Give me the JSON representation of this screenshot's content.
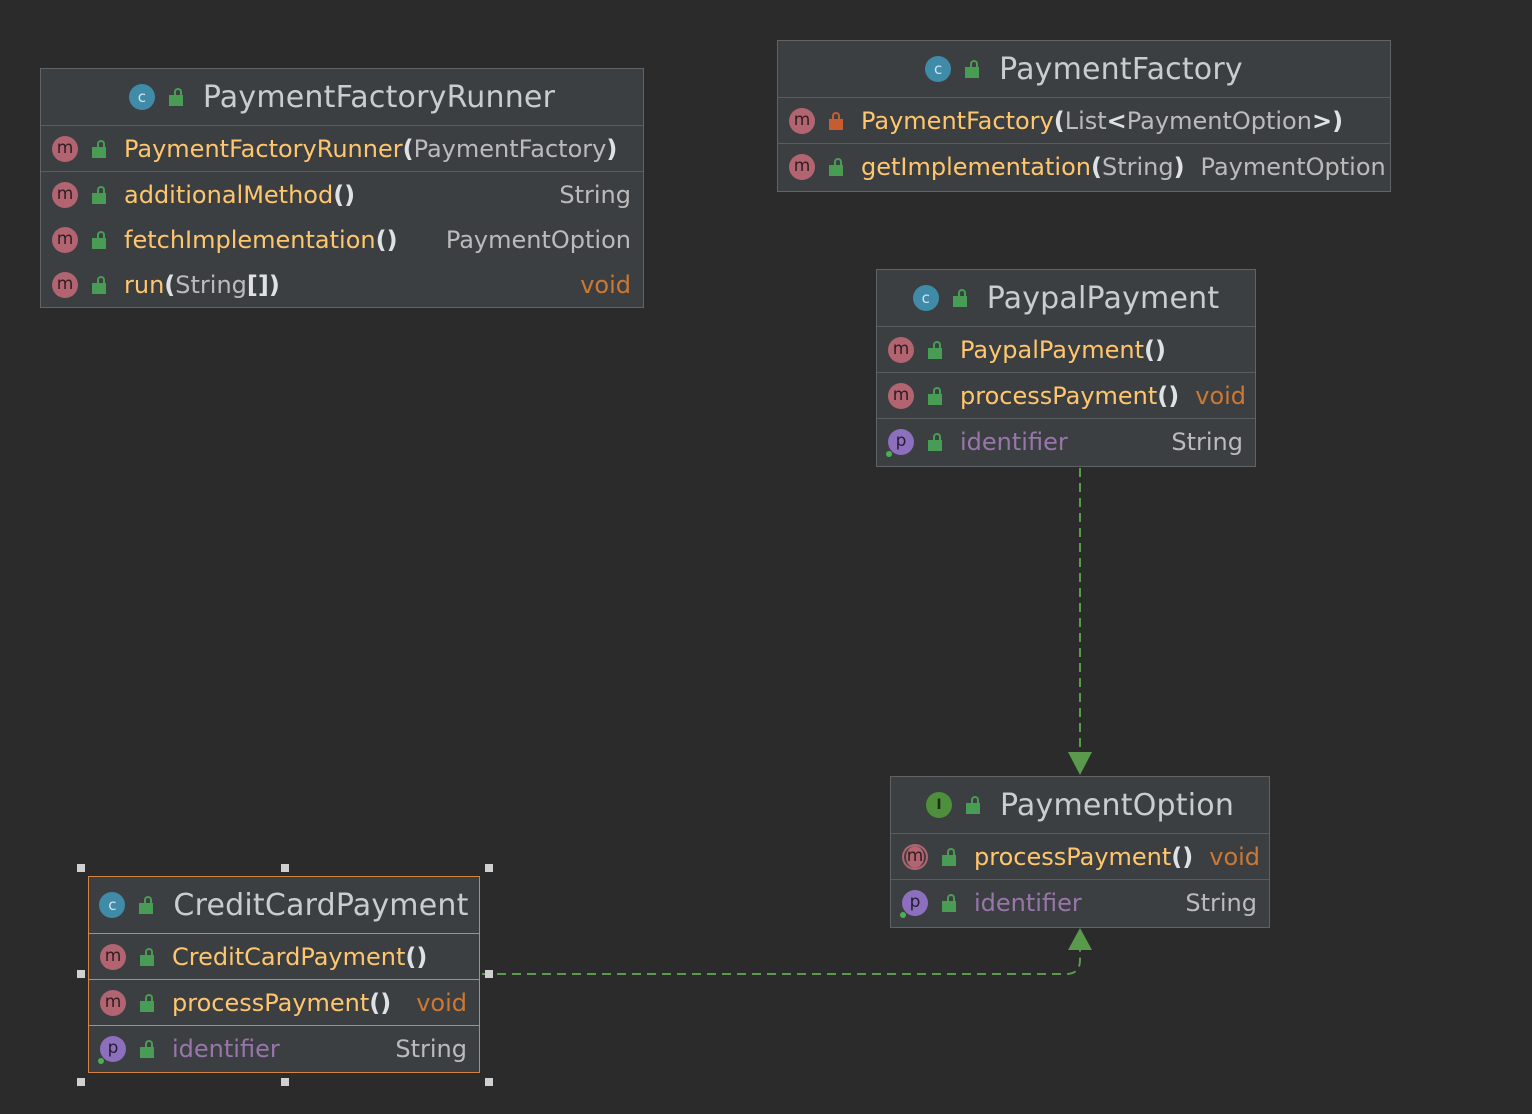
{
  "diagram": {
    "classes": {
      "runner": {
        "title": "PaymentFactoryRunner",
        "kind": "C",
        "constructor": {
          "name": "PaymentFactoryRunner",
          "open": "(",
          "params": "PaymentFactory",
          "close": ")"
        },
        "methods": [
          {
            "name": "additionalMethod",
            "parens": "()",
            "ret": "String"
          },
          {
            "name": "fetchImplementation",
            "parens": "()",
            "ret": "PaymentOption"
          },
          {
            "name": "run",
            "open": "(",
            "params": "String",
            "close": "[])",
            "ret": "void"
          }
        ]
      },
      "factory": {
        "title": "PaymentFactory",
        "kind": "C",
        "constructor": {
          "name": "PaymentFactory",
          "open": "(",
          "params": "List",
          "lt": "<",
          "inner": "PaymentOption",
          "close": ">)"
        },
        "methods": [
          {
            "name": "getImplementation",
            "open": "(",
            "params": "String",
            "close": ")",
            "ret": "PaymentOption"
          }
        ]
      },
      "paypal": {
        "title": "PaypalPayment",
        "kind": "C",
        "constructor": {
          "name": "PaypalPayment",
          "parens": "()"
        },
        "method": {
          "name": "processPayment",
          "parens": "()",
          "ret": "void"
        },
        "property": {
          "name": "identifier",
          "type": "String"
        }
      },
      "option": {
        "title": "PaymentOption",
        "kind": "I",
        "method": {
          "name": "processPayment",
          "parens": "()",
          "ret": "void"
        },
        "property": {
          "name": "identifier",
          "type": "String"
        }
      },
      "credit": {
        "title": "CreditCardPayment",
        "kind": "C",
        "constructor": {
          "name": "CreditCardPayment",
          "parens": "()"
        },
        "method": {
          "name": "processPayment",
          "parens": "()",
          "ret": "void"
        },
        "property": {
          "name": "identifier",
          "type": "String"
        }
      }
    },
    "badges": {
      "method": "m",
      "property": "p",
      "class": "c",
      "interface": "I"
    },
    "relations": [
      {
        "from": "PaypalPayment",
        "to": "PaymentOption",
        "type": "implements"
      },
      {
        "from": "CreditCardPayment",
        "to": "PaymentOption",
        "type": "implements"
      }
    ],
    "colors": {
      "background": "#2b2b2b",
      "node": "#3c3f41",
      "edge": "#5a9a4c",
      "selection": "#d4843e",
      "method_name": "#ffc66d",
      "property_name": "#9876aa",
      "keyword": "#cc7832"
    }
  }
}
